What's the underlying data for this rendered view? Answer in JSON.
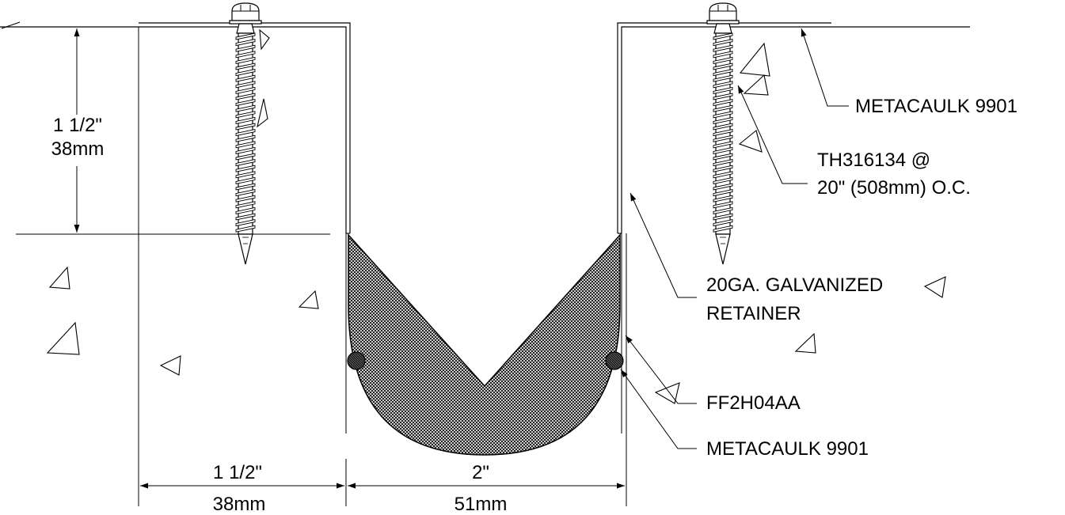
{
  "labels": {
    "dim_vertical": {
      "line1": "1 1/2\"",
      "line2": "38mm"
    },
    "dim_horizontal_left": {
      "line1": "1 1/2\"",
      "line2": "38mm"
    },
    "dim_horizontal_center": {
      "line1": "2\"",
      "line2": "51mm"
    },
    "callout_caulk_top": "METACAULK 9901",
    "callout_screw": {
      "line1": "TH316134 @",
      "line2": "20\" (508mm) O.C."
    },
    "callout_retainer": {
      "line1": "20GA. GALVANIZED",
      "line2": "RETAINER"
    },
    "callout_backer": "FF2H04AA",
    "callout_caulk_bottom": "METACAULK 9901"
  },
  "colors": {
    "line": "#000000",
    "background": "#ffffff"
  }
}
